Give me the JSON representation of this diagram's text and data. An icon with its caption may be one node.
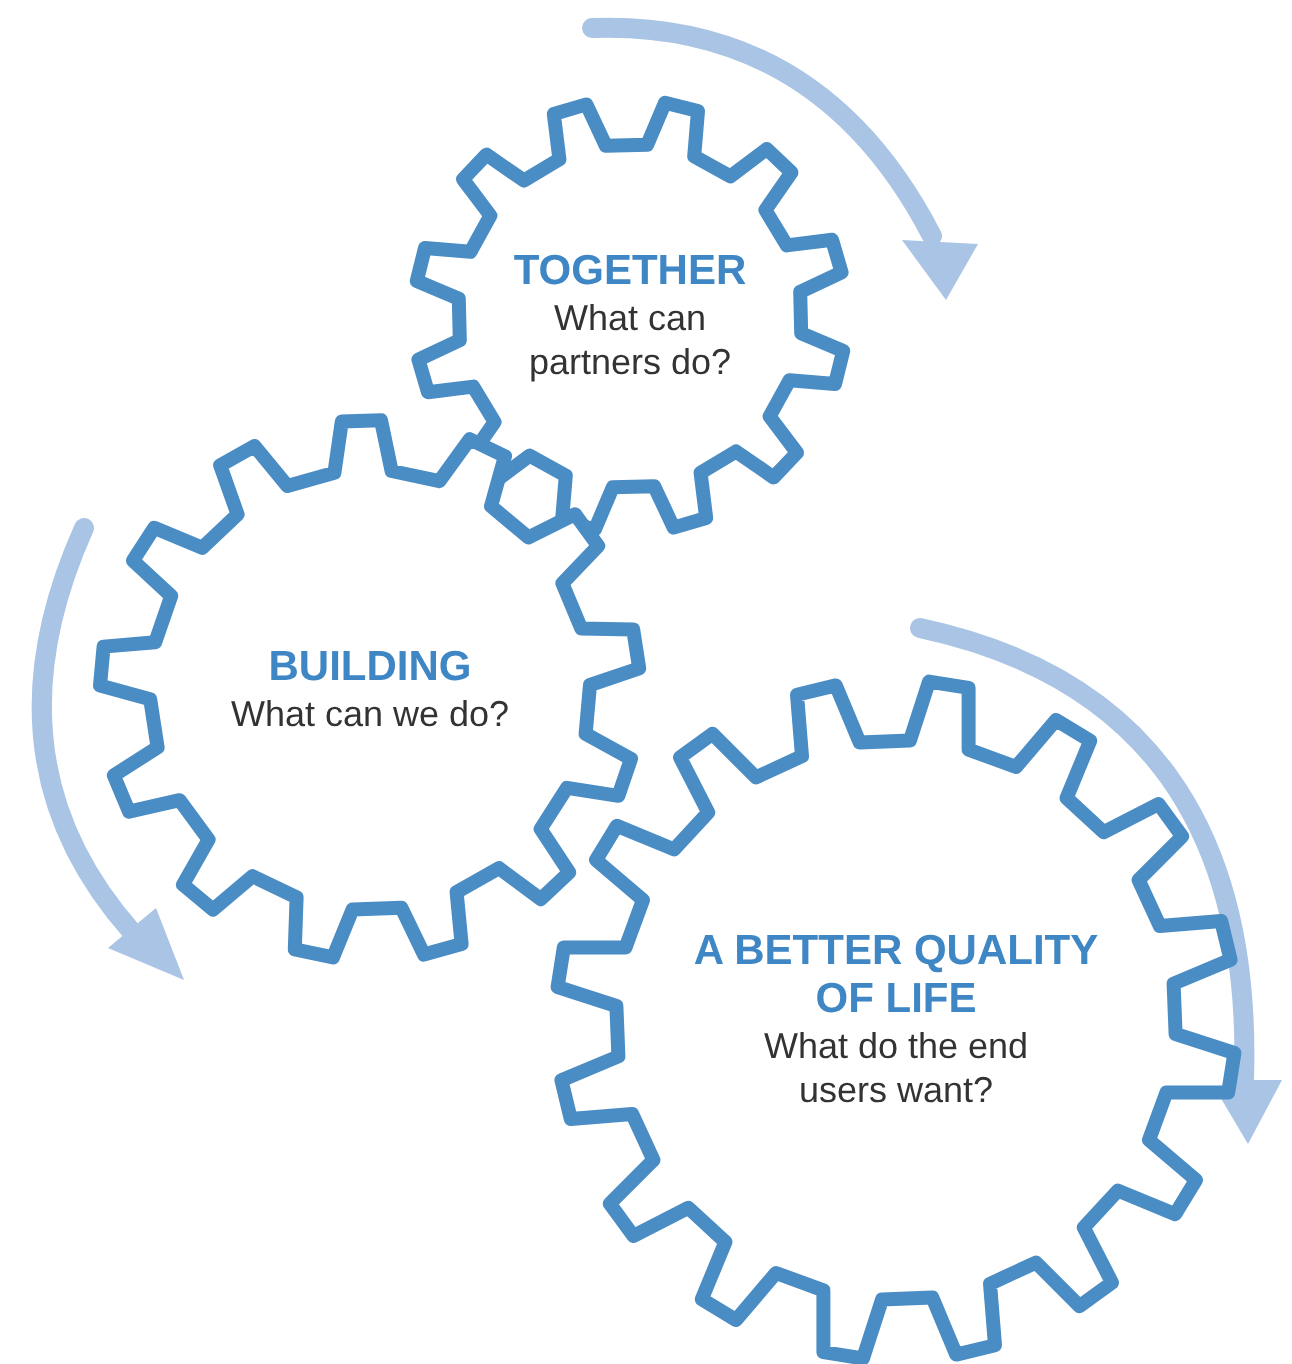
{
  "diagram": {
    "nodes": [
      {
        "text": [
          "TOGETHER",
          "What can partners do?"
        ]
      },
      {
        "text": [
          "BUILDING",
          "What can we do?"
        ]
      },
      {
        "text": [
          "A BETTER QUALITY OF LIFE",
          "What do the end users want?"
        ]
      }
    ]
  }
}
